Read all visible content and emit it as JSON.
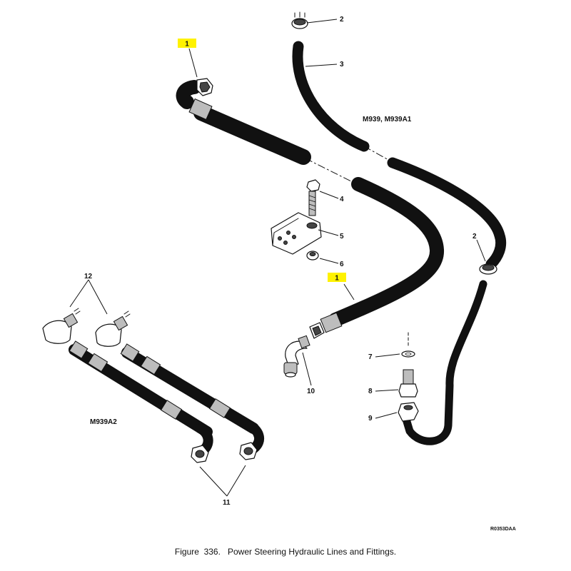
{
  "figure": {
    "number_text": "Figure  336.",
    "title": "Power Steering Hydraulic Lines and Fittings.",
    "document_id": "R0353DAA"
  },
  "variants": {
    "top_right": "M939, M939A1",
    "bottom_left": "M939A2"
  },
  "callouts": {
    "c1_top": "1",
    "c1_mid": "1",
    "c2_top": "2",
    "c2_right": "2",
    "c3": "3",
    "c4": "4",
    "c5": "5",
    "c6": "6",
    "c7": "7",
    "c8": "8",
    "c9": "9",
    "c10": "10",
    "c11": "11",
    "c12": "12"
  },
  "colors": {
    "highlight": "#fff200",
    "ink": "#111111"
  }
}
